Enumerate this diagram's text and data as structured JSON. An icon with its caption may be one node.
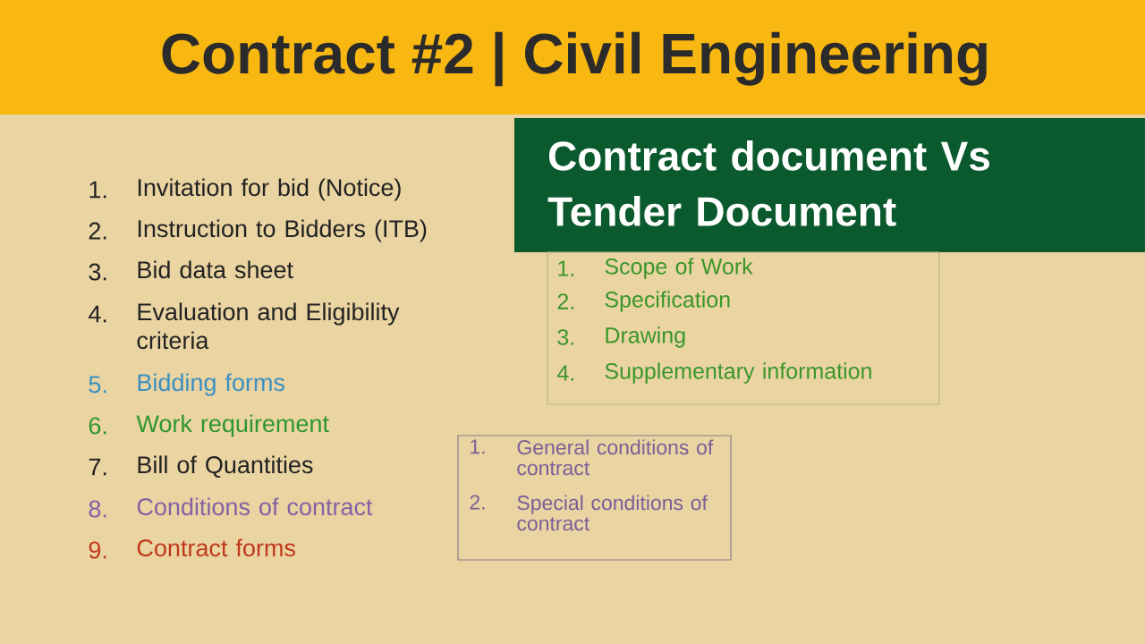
{
  "diagram": {
    "title": "Contract #2 | Civil Engineering",
    "nodes": [
      {
        "text": [
          "Contract document Vs Tender Document"
        ]
      },
      {
        "text": [
          "1.",
          "Scope of Work",
          "2.",
          "Specification",
          "3.",
          "Drawing",
          "4.",
          "Supplementary information"
        ]
      },
      {
        "text": [
          "1.",
          "General conditions of contract",
          "2.",
          "Special conditions of contract"
        ]
      }
    ],
    "labels": [
      "1.",
      "Invitation for bid (Notice)",
      "2.",
      "Instruction to Bidders (ITB)",
      "3.",
      "Bid data sheet",
      "4.",
      "Evaluation and Eligibility criteria",
      "5.",
      "Bidding forms",
      "6.",
      "Work requirement",
      "7.",
      "Bill of Quantities",
      "8.",
      "Conditions of contract",
      "9.",
      "Contract forms"
    ]
  }
}
